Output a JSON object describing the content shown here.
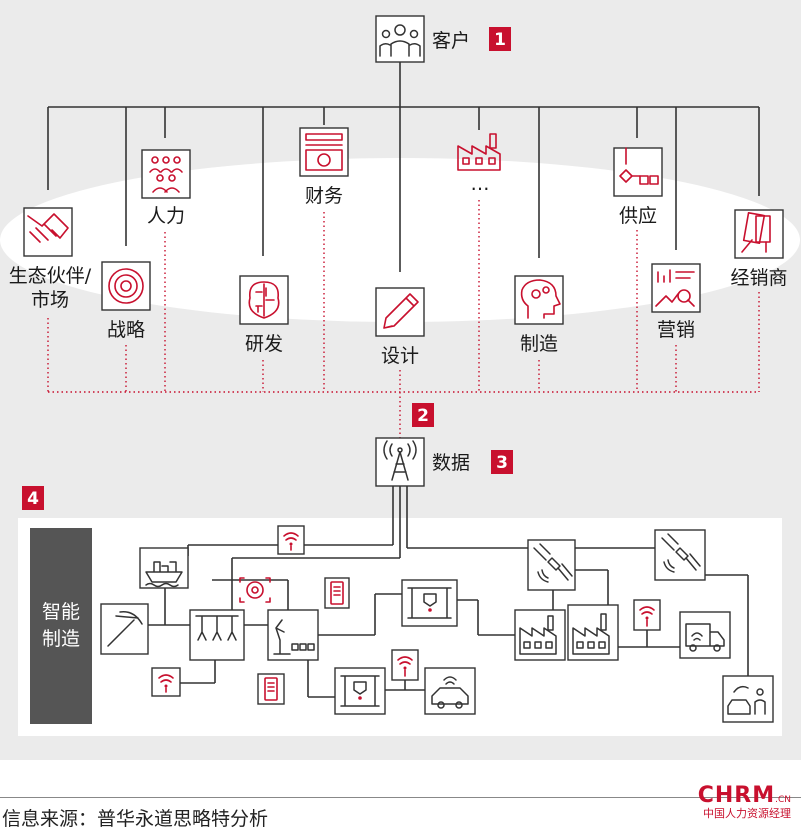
{
  "customer": {
    "label": "客户",
    "badge": "1"
  },
  "departments": {
    "partner": "生态伙伴/",
    "partner2": "市场",
    "hr": "人力",
    "strategy": "战略",
    "rnd": "研发",
    "finance": "财务",
    "design": "设计",
    "more": "…",
    "manufacturing": "制造",
    "supply": "供应",
    "marketing": "营销",
    "dealer": "经销商"
  },
  "network_badge": "2",
  "data_node": {
    "label": "数据",
    "badge": "3"
  },
  "smart_mfg": {
    "badge": "4",
    "line1": "智能",
    "line2": "制造"
  },
  "footer": {
    "source": "信息来源：普华永道思略特分析",
    "logo": "CHRM",
    "logo_tld": ".CN",
    "logo_sub": "中国人力资源经理"
  },
  "colors": {
    "accent": "#c8102e",
    "ink": "#333333",
    "background": "#ebebeb"
  },
  "icons": [
    "people-group-icon",
    "handshake-icon",
    "target-icon",
    "team-icon",
    "brain-circuit-icon",
    "money-icon",
    "pencil-icon",
    "factory-icon",
    "head-gears-icon",
    "supply-flow-icon",
    "chart-magnifier-icon",
    "card-hand-icon",
    "antenna-icon",
    "ship-icon",
    "pickaxe-icon",
    "robot-arms-icon",
    "robot-arm-icon",
    "printer-3d-icon",
    "satellite-icon",
    "truck-icon",
    "car-icon",
    "phone-icon",
    "wifi-icon",
    "gear-target-icon"
  ]
}
